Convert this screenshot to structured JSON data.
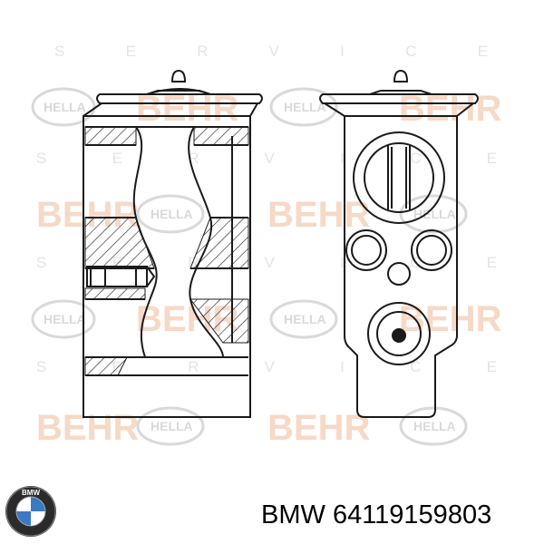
{
  "caption": {
    "brand": "BMW",
    "part_number": "64119159803"
  },
  "logo": {
    "icon": "bmw-roundel-icon",
    "text": "BMW"
  },
  "watermark": {
    "beh": "BEHR",
    "service": "SERVICE",
    "hella": "HELLA",
    "color_behr": "#f6d9c6",
    "color_grey": "#d9d9d9"
  },
  "colors": {
    "line": "#1a1a1a",
    "background": "#ffffff"
  }
}
